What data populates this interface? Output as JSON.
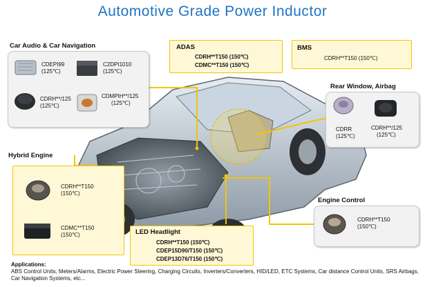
{
  "title": "Automotive Grade Power Inductor",
  "sections": {
    "car_audio": {
      "title": "Car Audio & Car Navigation",
      "parts": [
        {
          "name": "CDEPI99",
          "temp": "(125℃)"
        },
        {
          "name": "C2DPI1010",
          "temp": "(125℃)"
        },
        {
          "name": "CDRH**/125",
          "temp": "(125℃)"
        },
        {
          "name": "CDMPIH**/125",
          "temp": "(125℃)"
        }
      ]
    },
    "adas": {
      "title": "ADAS",
      "lines": [
        "CDRH**T150 (150℃)",
        "CDMC**T150 (150℃)"
      ]
    },
    "bms": {
      "title": "BMS",
      "lines": [
        "CDRH**T150 (150℃)"
      ]
    },
    "rear_window": {
      "title": "Rear Window, Airbag",
      "parts": [
        {
          "name": "CDRR",
          "temp": "(125℃)"
        },
        {
          "name": "CDRH**/125",
          "temp": "(125℃)"
        }
      ]
    },
    "hybrid_engine": {
      "title": "Hybrid Engine",
      "parts": [
        {
          "name": "CDRH**T150",
          "temp": "(150℃)"
        },
        {
          "name": "CDMC**T150",
          "temp": "(150℃)"
        }
      ]
    },
    "led_headlight": {
      "title": "LED Headlight",
      "lines": [
        "CDRH**T150 (150℃)",
        "CDEP15D90/T150 (150℃)",
        "CDEP13D76/T150 (150℃)"
      ]
    },
    "engine_control": {
      "title": "Engine Control",
      "parts": [
        {
          "name": "CDRH**T150",
          "temp": "(150℃)"
        }
      ]
    }
  },
  "applications": {
    "heading": "Applications:",
    "text": "ABS Control Units, Meters/Alarms, Electric Power Steering, Charging Circuits, Inverters/Converters, HID/LED, ETC Systems, Car distance Control Units, SRS Airbags, Car Navigation Systems, etc..."
  },
  "colors": {
    "title": "#1f73c4",
    "leader": "#f3c500",
    "panel_bg": "#f2f2f2",
    "yellow_bg": "#fff8d6"
  }
}
